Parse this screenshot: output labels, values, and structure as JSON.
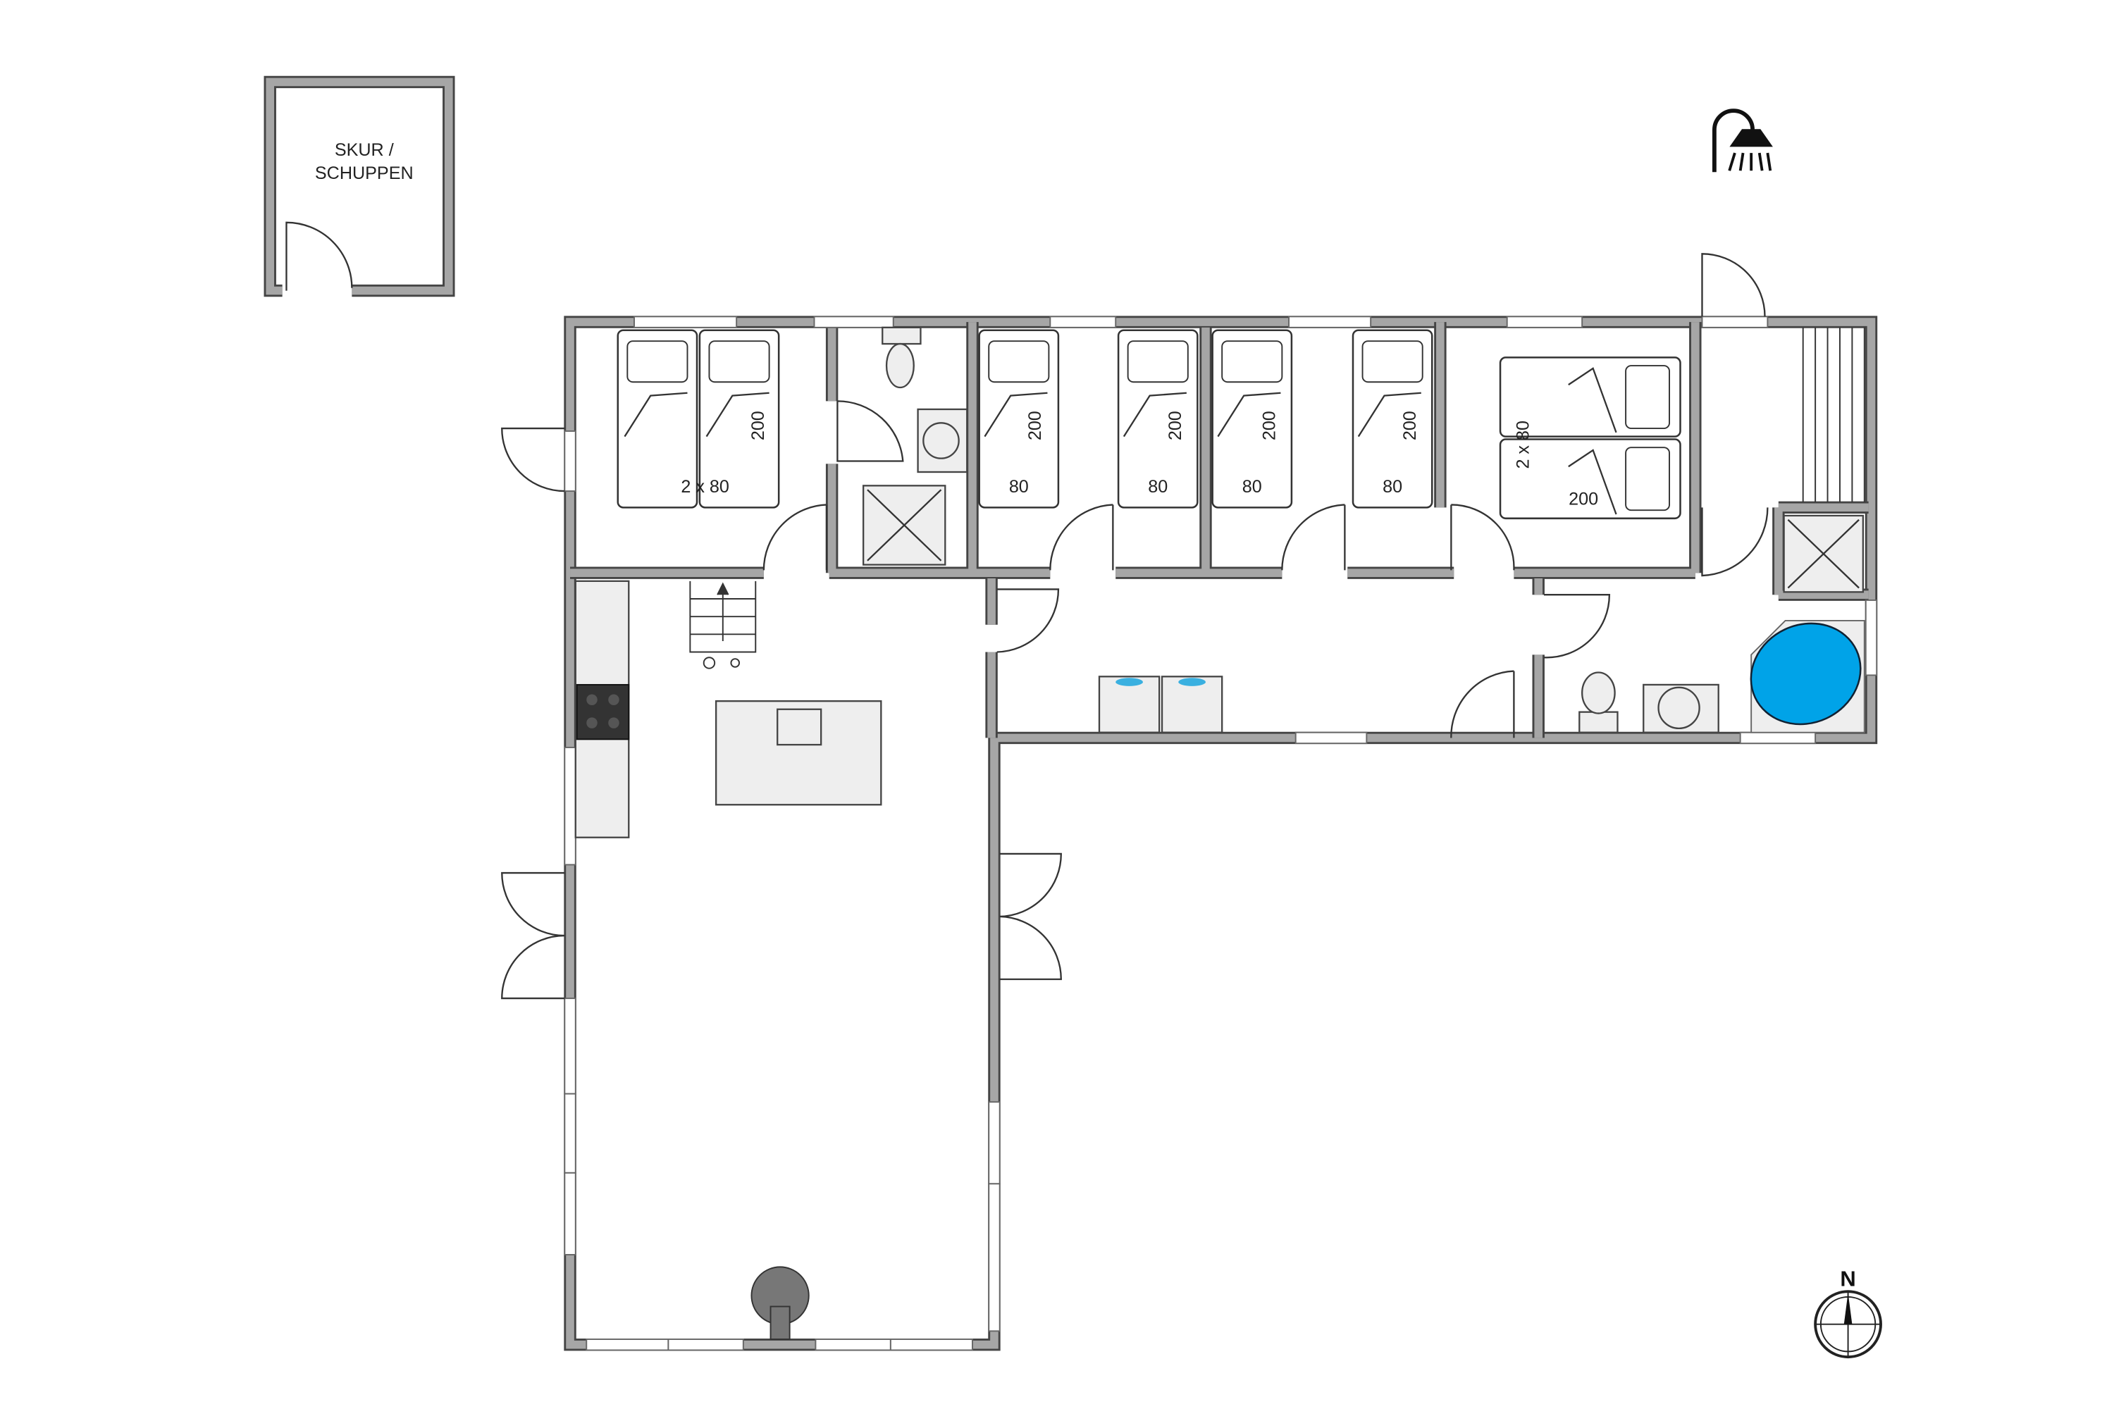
{
  "shed": {
    "line1": "SKUR /",
    "line2": "SCHUPPEN"
  },
  "beds": {
    "room1_width": "2 x 80",
    "room1_length": "200",
    "room2_width": "80",
    "room2_length": "200",
    "room3a_width": "80",
    "room3a_length": "200",
    "room3b_width": "80",
    "room3b_length": "200",
    "room4_width": "80",
    "room4_length": "200",
    "room5_width": "2 x 80",
    "room5_length": "200"
  },
  "compass": {
    "north_label": "N"
  },
  "icons": {
    "outdoor_shower": "shower-icon",
    "whirlpool_color": "#00a3e8",
    "wall_color": "#a6a6a6"
  }
}
